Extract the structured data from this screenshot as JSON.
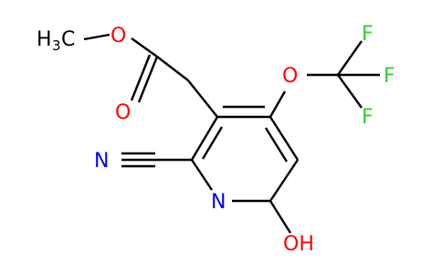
{
  "molecule": {
    "labels": {
      "methyl": {
        "main": "H",
        "sub": "3",
        "tail": "C"
      },
      "ester_o": "O",
      "carbonyl_o": "O",
      "ether_o": "O",
      "f_top": "F",
      "f_mid": "F",
      "f_bottom": "F",
      "nitrile_n": "N",
      "ring_n": "N",
      "hydroxyl": "OH"
    },
    "colors": {
      "bond": "#000000",
      "oxygen": "#ff0000",
      "nitrogen": "#0000ff",
      "fluorine": "#33cc33",
      "carbon": "#000000"
    }
  }
}
